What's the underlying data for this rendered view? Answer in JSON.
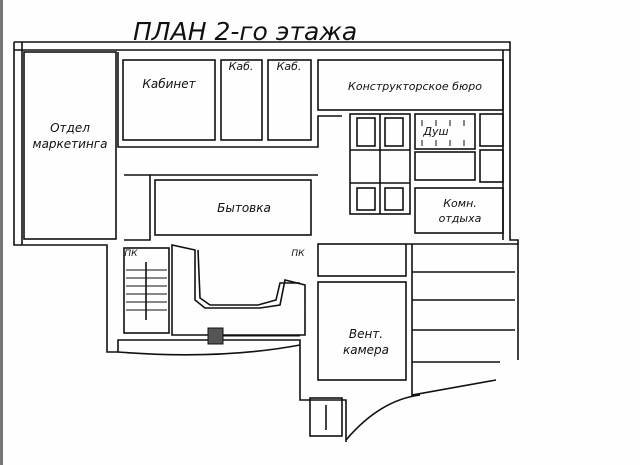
{
  "plan": {
    "title": "ПЛАН 2-го этажа",
    "rooms": {
      "marketing": [
        "Отдел",
        "маркетинга"
      ],
      "office": "Кабинет",
      "cab1": "Каб.",
      "cab2": "Каб.",
      "design_bureau": "Конструкторское бюро",
      "shower": "Душ",
      "utility": "Бытовка",
      "rest": [
        "Комн.",
        "отдыха"
      ],
      "vent": [
        "Вент.",
        "камера"
      ]
    },
    "marks": {
      "pk_left": "ПК",
      "pk_right": "ПК"
    }
  }
}
